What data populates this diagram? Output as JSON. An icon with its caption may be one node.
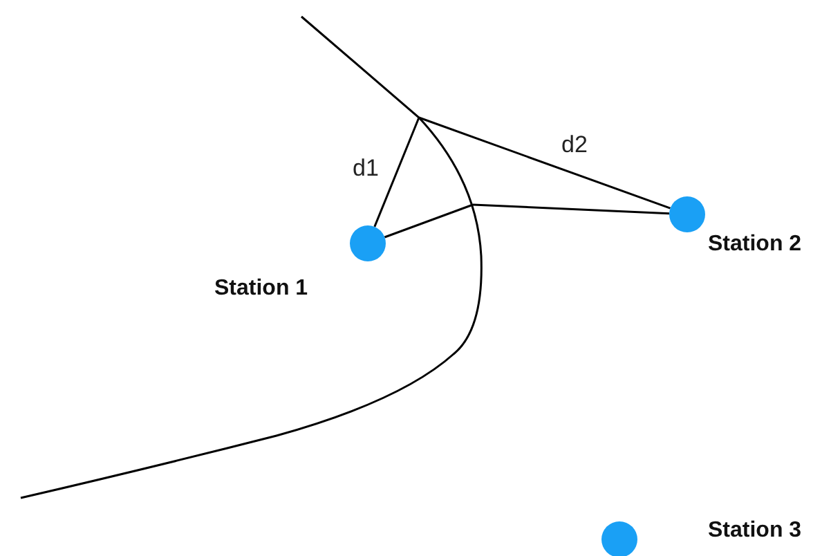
{
  "diagram": {
    "nodes": [
      {
        "text": [],
        "shape": "circle",
        "beside": [
          "Station 1"
        ]
      },
      {
        "text": [],
        "shape": "circle",
        "beside": [
          "Station 2"
        ]
      },
      {
        "text": [],
        "shape": "circle",
        "beside": [
          "Station 3"
        ]
      }
    ],
    "edges": [
      {
        "from": null,
        "to": 0,
        "arrow": "none",
        "label": "d1"
      },
      {
        "from": null,
        "to": 1,
        "arrow": "none",
        "label": "d2"
      },
      {
        "from": null,
        "to": 0,
        "arrow": "none"
      },
      {
        "from": null,
        "to": 1,
        "arrow": "none"
      }
    ]
  }
}
